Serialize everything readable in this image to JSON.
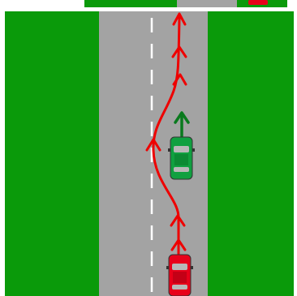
{
  "colors": {
    "background": "#ffffff",
    "grass": "#0a9a0a",
    "road": "#a3a3a3",
    "lane_marking": "#ffffff",
    "path_red": "#ee0000",
    "arrow_green": "#0a7a1e",
    "car_red": "#e8001a",
    "car_green": "#10a040",
    "car_glass": "#b8b8b8",
    "car_outline": "#333333"
  },
  "vehicles": [
    {
      "name": "red-car",
      "color_key": "car_red",
      "role": "overtaking"
    },
    {
      "name": "green-car",
      "color_key": "car_green",
      "role": "overtaken"
    }
  ],
  "paths": [
    {
      "name": "red-overtake-path",
      "color_key": "path_red"
    },
    {
      "name": "green-straight-arrow",
      "color_key": "arrow_green"
    }
  ],
  "inset": {
    "name": "top-inset-strip",
    "shows": "partial red car"
  }
}
